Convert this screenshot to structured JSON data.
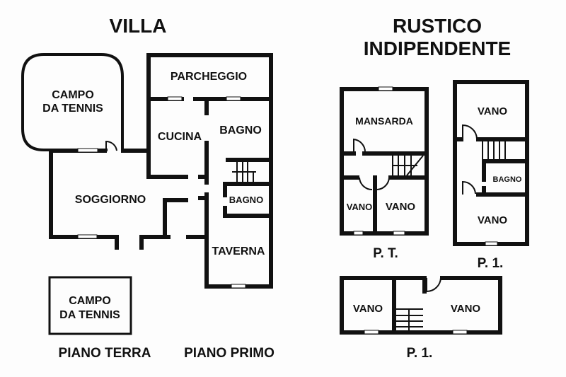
{
  "villa": {
    "title": "VILLA",
    "rooms": {
      "campo_tennis_1": "CAMPO",
      "campo_tennis_2": "DA TENNIS",
      "parcheggio": "PARCHEGGIO",
      "cucina": "CUCINA",
      "bagno": "BAGNO",
      "bagno_small": "BAGNO",
      "soggiorno": "SOGGIORNO",
      "taverna": "TAVERNA",
      "campo_tennis2_1": "CAMPO",
      "campo_tennis2_2": "DA TENNIS"
    },
    "captions": {
      "piano_terra": "PIANO TERRA",
      "piano_primo": "PIANO PRIMO"
    }
  },
  "rustico": {
    "title_1": "RUSTICO",
    "title_2": "INDIPENDENTE",
    "pt": {
      "mansarda": "MANSARDA",
      "vano_a": "VANO",
      "vano_b": "VANO",
      "caption": "P. T."
    },
    "p1": {
      "vano_top": "VANO",
      "bagno": "BAGNO",
      "vano_bottom": "VANO",
      "caption": "P. 1."
    },
    "p1b": {
      "vano_left": "VANO",
      "vano_right": "VANO",
      "caption": "P. 1."
    }
  }
}
